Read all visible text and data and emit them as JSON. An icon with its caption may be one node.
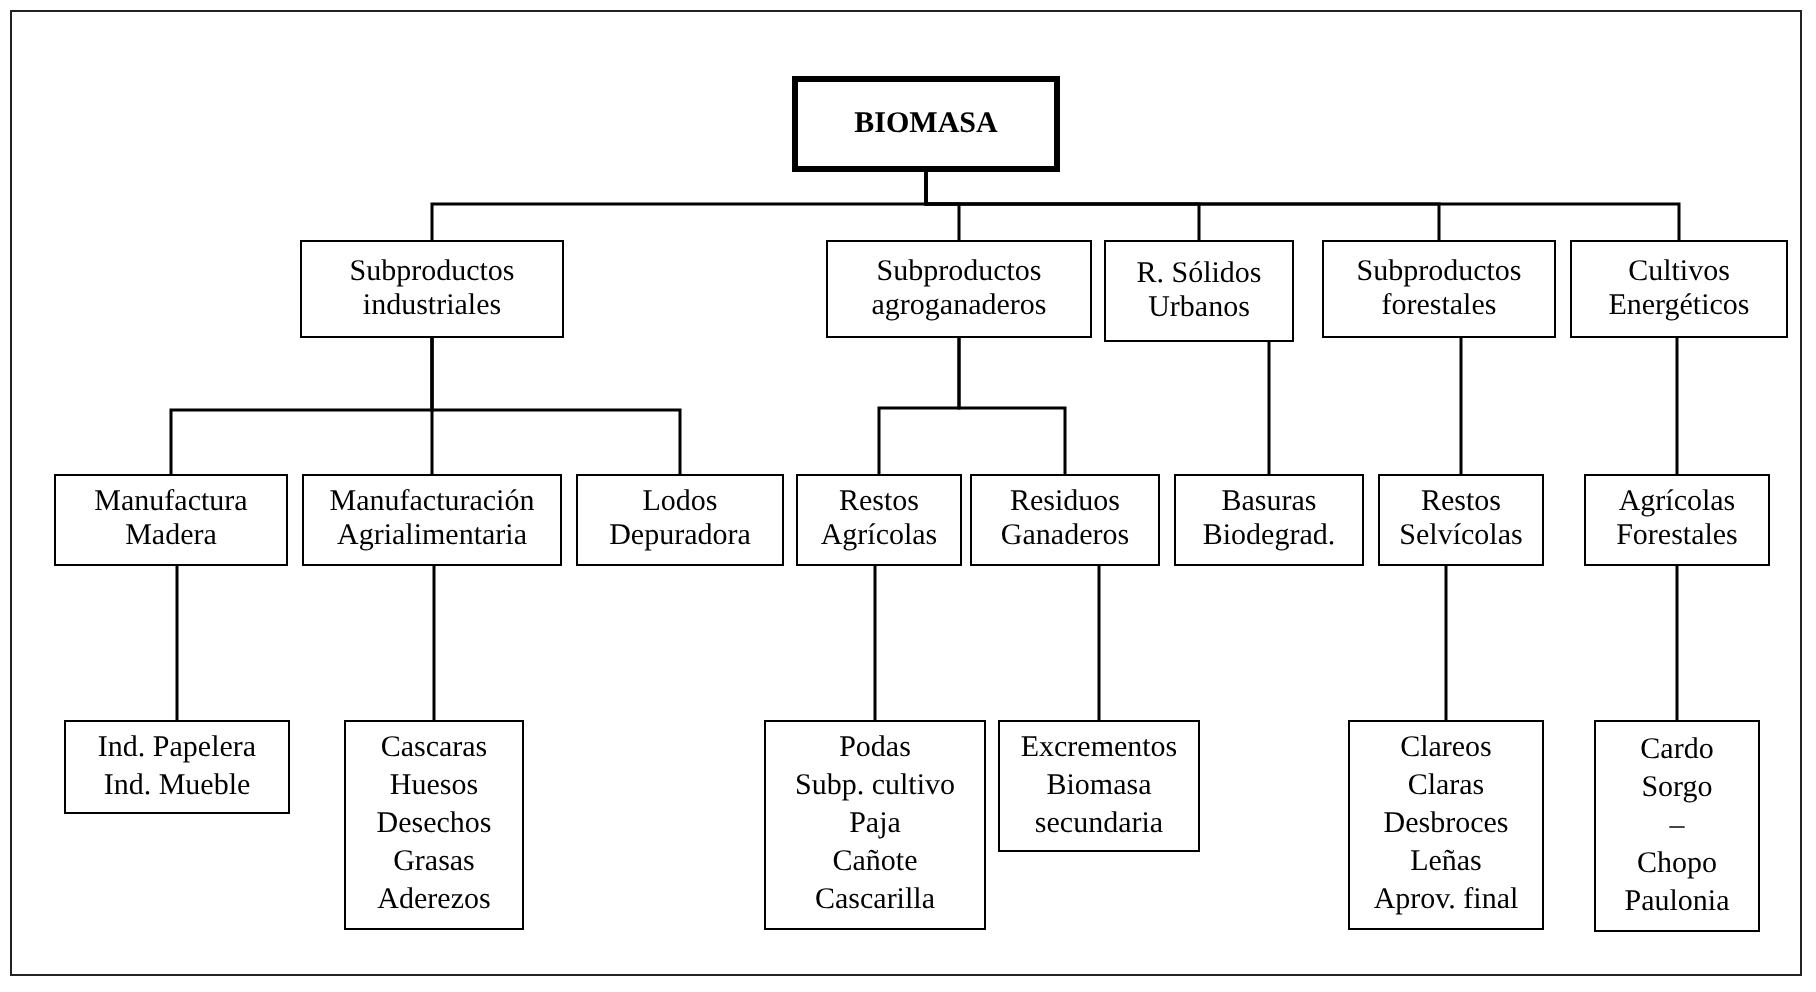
{
  "diagram": {
    "nodes": [
      {
        "text": [
          "BIOMASA"
        ]
      },
      {
        "text": [
          "Subproductos industriales"
        ]
      },
      {
        "text": [
          "Subproductos agroganaderos"
        ]
      },
      {
        "text": [
          "R. Sólidos Urbanos"
        ]
      },
      {
        "text": [
          "Subproductos forestales"
        ]
      },
      {
        "text": [
          "Cultivos Energéticos"
        ]
      },
      {
        "text": [
          "Manufactura Madera"
        ]
      },
      {
        "text": [
          "Manufacturación Agrialimentaria"
        ]
      },
      {
        "text": [
          "Lodos Depuradora"
        ]
      },
      {
        "text": [
          "Restos Agrícolas"
        ]
      },
      {
        "text": [
          "Residuos Ganaderos"
        ]
      },
      {
        "text": [
          "Basuras Biodegrad."
        ]
      },
      {
        "text": [
          "Restos Selvícolas"
        ]
      },
      {
        "text": [
          "Agrícolas Forestales"
        ]
      },
      {
        "text": [
          "Ind. Papelera",
          "Ind. Mueble"
        ]
      },
      {
        "text": [
          "Cascaras",
          "Huesos",
          "Desechos",
          "Grasas",
          "Aderezos"
        ]
      },
      {
        "text": [
          "Podas",
          "Subp. cultivo",
          "Paja",
          "Cañote",
          "Cascarilla"
        ]
      },
      {
        "text": [
          "Excrementos",
          "Biomasa secundaria"
        ]
      },
      {
        "text": [
          "Clareos",
          "Claras",
          "Desbroces",
          "Leñas",
          "Aprov. final"
        ]
      },
      {
        "text": [
          "Cardo",
          "Sorgo",
          "–",
          "Chopo",
          "Paulonia"
        ]
      }
    ],
    "edges": [
      {
        "from": 0,
        "to": 1,
        "arrow": "none"
      },
      {
        "from": 0,
        "to": 2,
        "arrow": "none"
      },
      {
        "from": 0,
        "to": 3,
        "arrow": "none"
      },
      {
        "from": 0,
        "to": 4,
        "arrow": "none"
      },
      {
        "from": 0,
        "to": 5,
        "arrow": "none"
      },
      {
        "from": 1,
        "to": 6,
        "arrow": "none"
      },
      {
        "from": 1,
        "to": 7,
        "arrow": "none"
      },
      {
        "from": 1,
        "to": 8,
        "arrow": "none"
      },
      {
        "from": 2,
        "to": 9,
        "arrow": "none"
      },
      {
        "from": 2,
        "to": 10,
        "arrow": "none"
      },
      {
        "from": 3,
        "to": 11,
        "arrow": "none"
      },
      {
        "from": 4,
        "to": 12,
        "arrow": "none"
      },
      {
        "from": 5,
        "to": 13,
        "arrow": "none"
      },
      {
        "from": 6,
        "to": 14,
        "arrow": "none"
      },
      {
        "from": 7,
        "to": 15,
        "arrow": "none"
      },
      {
        "from": 9,
        "to": 16,
        "arrow": "none"
      },
      {
        "from": 10,
        "to": 17,
        "arrow": "none"
      },
      {
        "from": 12,
        "to": 18,
        "arrow": "none"
      },
      {
        "from": 13,
        "to": 19,
        "arrow": "none"
      }
    ]
  }
}
